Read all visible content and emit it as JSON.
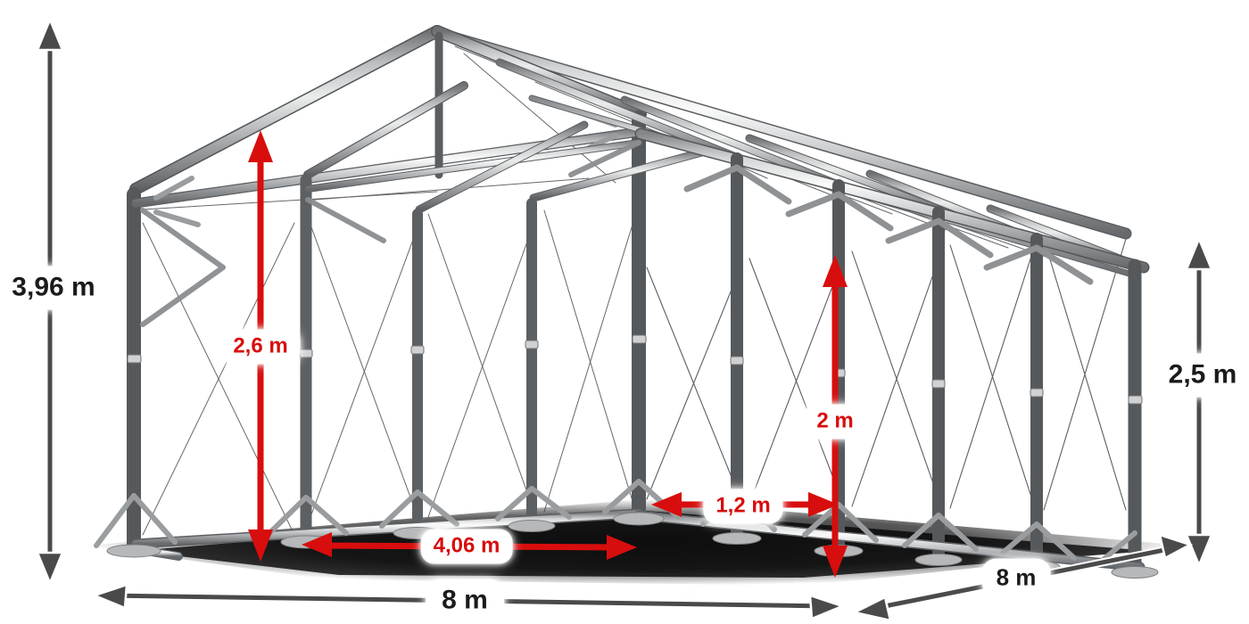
{
  "scene": {
    "title": "Steel tent frame dimension drawing",
    "background_color": "#ffffff",
    "object_name": "warehouse-tent-frame",
    "frame_material": "galvanized steel tube",
    "frame_colors": {
      "tube_light": "#f2f2f2",
      "tube_mid": "#b9bbbd",
      "tube_dark": "#74777a",
      "shadow": "#000000"
    }
  },
  "annotations": {
    "accent_red": "#d80d0d",
    "accent_dark": "#4a4a4a",
    "height_overall": {
      "label": "3,96 m",
      "value": 3.96,
      "unit": "m",
      "style": "dark",
      "arrow": "double-vertical",
      "meaning": "overall ridge height"
    },
    "height_eave_right": {
      "label": "2,5 m",
      "value": 2.5,
      "unit": "m",
      "style": "dark",
      "arrow": "double-vertical",
      "meaning": "side wall height"
    },
    "width_front": {
      "label": "8 m",
      "value": 8,
      "unit": "m",
      "style": "dark",
      "arrow": "double-horizontal",
      "meaning": "gable width"
    },
    "length_side": {
      "label": "8 m",
      "value": 8,
      "unit": "m",
      "style": "dark",
      "arrow": "double-diagonal",
      "meaning": "side length"
    },
    "height_door": {
      "label": "2,6 m",
      "value": 2.6,
      "unit": "m",
      "style": "red",
      "arrow": "double-vertical",
      "meaning": "gable door clear height"
    },
    "height_side_door": {
      "label": "2 m",
      "value": 2,
      "unit": "m",
      "style": "red",
      "arrow": "double-vertical",
      "meaning": "side door clear height"
    },
    "width_side_door": {
      "label": "1,2 m",
      "value": 1.2,
      "unit": "m",
      "style": "red",
      "arrow": "double-horizontal",
      "meaning": "side door clear width"
    },
    "width_door": {
      "label": "4,06 m",
      "value": 4.06,
      "unit": "m",
      "style": "red",
      "arrow": "double-horizontal",
      "meaning": "gable door clear width"
    }
  }
}
